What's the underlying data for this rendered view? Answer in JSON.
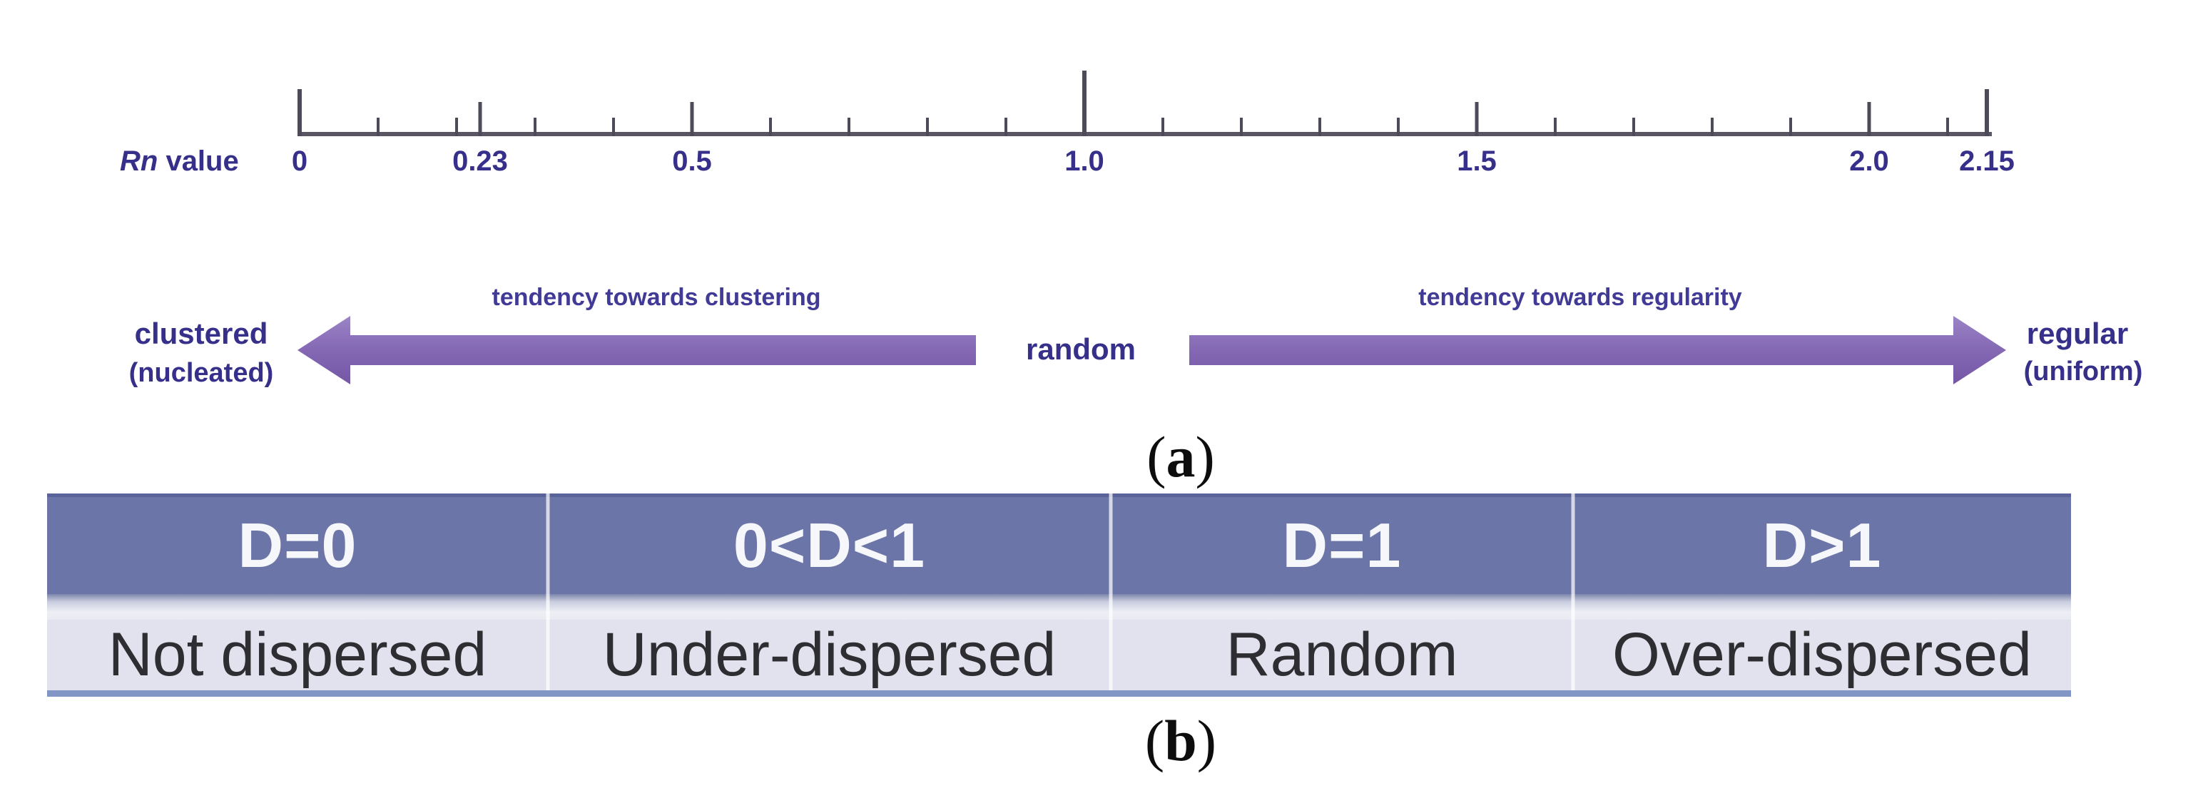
{
  "panel_a": {
    "ruler": {
      "label_italic": "Rn",
      "label_rest": " value",
      "min": 0,
      "max": 2.15,
      "ticks": [
        {
          "v": 0,
          "s": "tall"
        },
        {
          "v": 0.1,
          "s": "minor"
        },
        {
          "v": 0.2,
          "s": "minor"
        },
        {
          "v": 0.23,
          "s": "medium"
        },
        {
          "v": 0.3,
          "s": "minor"
        },
        {
          "v": 0.4,
          "s": "minor"
        },
        {
          "v": 0.5,
          "s": "medium"
        },
        {
          "v": 0.6,
          "s": "minor"
        },
        {
          "v": 0.7,
          "s": "minor"
        },
        {
          "v": 0.8,
          "s": "minor"
        },
        {
          "v": 0.9,
          "s": "minor"
        },
        {
          "v": 1.0,
          "s": "xtall"
        },
        {
          "v": 1.1,
          "s": "minor"
        },
        {
          "v": 1.2,
          "s": "minor"
        },
        {
          "v": 1.3,
          "s": "minor"
        },
        {
          "v": 1.4,
          "s": "minor"
        },
        {
          "v": 1.5,
          "s": "medium"
        },
        {
          "v": 1.6,
          "s": "minor"
        },
        {
          "v": 1.7,
          "s": "minor"
        },
        {
          "v": 1.8,
          "s": "minor"
        },
        {
          "v": 1.9,
          "s": "minor"
        },
        {
          "v": 2.0,
          "s": "medium"
        },
        {
          "v": 2.1,
          "s": "minor"
        },
        {
          "v": 2.15,
          "s": "tall"
        }
      ],
      "scale_labels": [
        {
          "v": 0,
          "t": "0"
        },
        {
          "v": 0.23,
          "t": "0.23"
        },
        {
          "v": 0.5,
          "t": "0.5"
        },
        {
          "v": 1.0,
          "t": "1.0"
        },
        {
          "v": 1.5,
          "t": "1.5"
        },
        {
          "v": 2.0,
          "t": "2.0"
        },
        {
          "v": 2.15,
          "t": "2.15"
        }
      ]
    },
    "left_arrow_label": "tendency towards clustering",
    "right_arrow_label": "tendency towards regularity",
    "left_end": {
      "line1": "clustered",
      "line2": "(nucleated)"
    },
    "center_label": "random",
    "right_end": {
      "line1": "regular",
      "line2": "(uniform)"
    },
    "caption": {
      "open": "(",
      "letter": "a",
      "close": ")"
    }
  },
  "panel_b": {
    "headers": [
      "D=0",
      "0<D<1",
      "D=1",
      "D>1"
    ],
    "row": [
      "Not dispersed",
      "Under-dispersed",
      "Random",
      "Over-dispersed"
    ],
    "caption": {
      "open": "(",
      "letter": "b",
      "close": ")"
    }
  },
  "colors": {
    "indigo_text": "#37308a",
    "arrow_note_text": "#413a96",
    "arrow_purple": "#8468b4",
    "arrow_purple_light": "#9b84c6",
    "arrow_purple_dark": "#7557a5",
    "ruler_line": "#5a5563",
    "table_header_bg": "#6b75a7",
    "table_header_text": "#f6f7fa",
    "table_body_bg": "#e2e2ee",
    "table_body_text": "#2d2d32",
    "table_bottom_border": "#8296c6",
    "caption_text": "#0d0d0d"
  }
}
